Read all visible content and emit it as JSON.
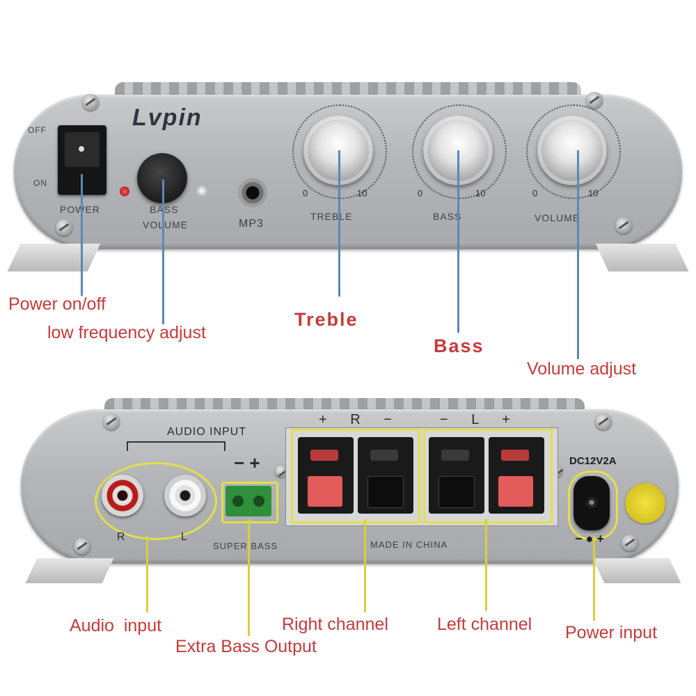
{
  "front_panel": {
    "brand": "Lvpin",
    "switch_off": "OFF",
    "switch_on": "ON",
    "power_label": "POWER",
    "bass_volume_label_1": "BASS",
    "bass_volume_label_2": "VOLUME",
    "mp3_label": "MP3",
    "treble_label": "TREBLE",
    "bass_label": "BASS",
    "volume_label": "VOLUME",
    "scale_min": "0",
    "scale_max": "10"
  },
  "front_callouts": {
    "power": "Power on/off",
    "low_freq": "low frequency adjust",
    "treble": "Treble",
    "bass": "Bass",
    "volume": "Volume adjust"
  },
  "back_panel": {
    "audio_input_label": "AUDIO INPUT",
    "channel_r": "R",
    "channel_l": "L",
    "super_bass_polarity": "− +",
    "super_bass_label": "SUPER BASS",
    "right_polarity": "+ R −",
    "left_polarity": "− L +",
    "made_in": "MADE IN CHINA",
    "dc_label": "DC12V2A",
    "dc_polarity": "− ● +"
  },
  "back_callouts": {
    "audio_input": "Audio  input",
    "extra_bass": "Extra Bass Output",
    "right_channel": "Right channel",
    "left_channel": "Left channel",
    "power_input": "Power input"
  },
  "colors": {
    "callout_text": "#c73a3a",
    "front_leader": "#5c87b8",
    "back_leader": "#d7d13a"
  }
}
